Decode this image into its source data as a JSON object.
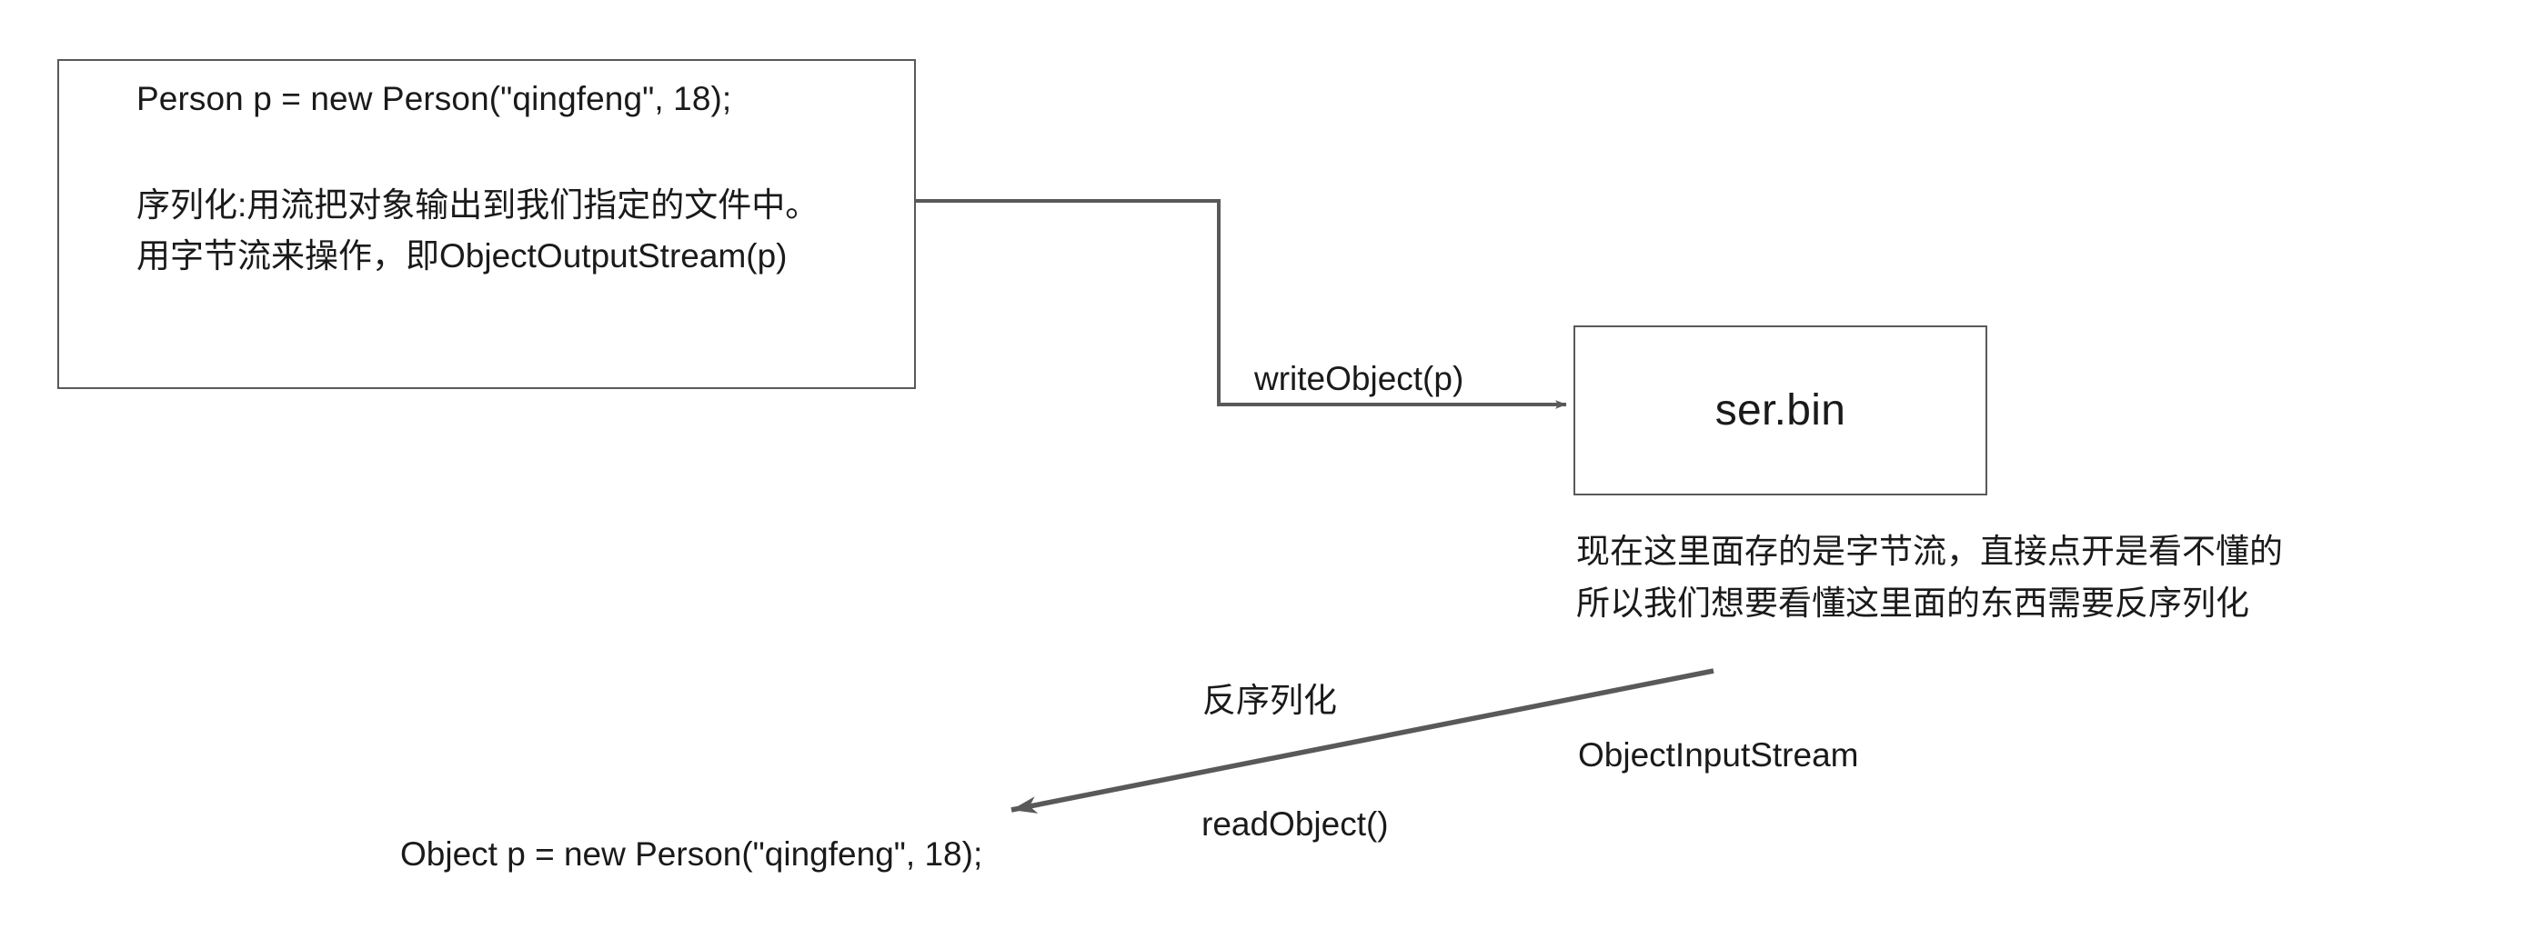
{
  "diagram": {
    "title": "Java serialization / deserialization flow",
    "line_color": "#595959",
    "text_color": "#1a1a1a",
    "background": "#ffffff"
  },
  "serialize_box": {
    "code_line": "Person p = new Person(\"qingfeng\", 18);",
    "desc_line_1": "序列化:用流把对象输出到我们指定的文件中。",
    "desc_line_2": "用字节流来操作，即ObjectOutputStream(p)"
  },
  "file_box": {
    "label": "ser.bin"
  },
  "edges": {
    "write_label": "writeObject(p)",
    "deserialize_label": "反序列化",
    "stream_label": "ObjectInputStream",
    "read_label": "readObject()"
  },
  "notes": {
    "file_note_line_1": "现在这里面存的是字节流，直接点开是看不懂的",
    "file_note_line_2": "所以我们想要看懂这里面的东西需要反序列化"
  },
  "result": {
    "code_line": "Object p = new Person(\"qingfeng\", 18);"
  }
}
